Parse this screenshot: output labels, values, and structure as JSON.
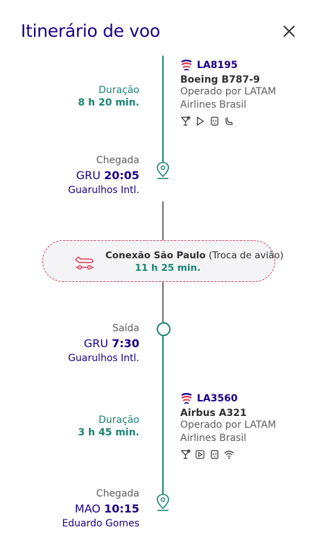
{
  "header": {
    "title": "Itinerário de voo"
  },
  "segments": [
    {
      "flight_no": "LA8195",
      "aircraft": "Boeing B787-9",
      "operated_by": "Operado por LATAM Airlines Brasil",
      "duration_label": "Duração",
      "duration": "8 h 20 min.",
      "amenities": [
        "cocktail-icon",
        "play-icon",
        "outlet-icon",
        "seat-icon"
      ],
      "arrival": {
        "label": "Chegada",
        "code": "GRU",
        "time": "20:05",
        "airport": "Guarulhos Intl."
      }
    },
    {
      "departure": {
        "label": "Saída",
        "code": "GRU",
        "time": "7:30",
        "airport": "Guarulhos Intl."
      },
      "flight_no": "LA3560",
      "aircraft": "Airbus A321",
      "operated_by": "Operado por LATAM Airlines Brasil",
      "duration_label": "Duração",
      "duration": "3 h 45 min.",
      "amenities": [
        "cocktail-icon",
        "play-icon",
        "outlet-icon",
        "wifi-icon"
      ],
      "arrival": {
        "label": "Chegada",
        "code": "MAO",
        "time": "10:15",
        "airport": "Eduardo Gomes"
      }
    }
  ],
  "connection": {
    "title": "Conexão São Paulo",
    "note": "(Troca de avião)",
    "duration": "11 h 25 min."
  },
  "colors": {
    "brand": "#1b0088",
    "teal": "#1b8473",
    "accent": "#e03a5a"
  }
}
